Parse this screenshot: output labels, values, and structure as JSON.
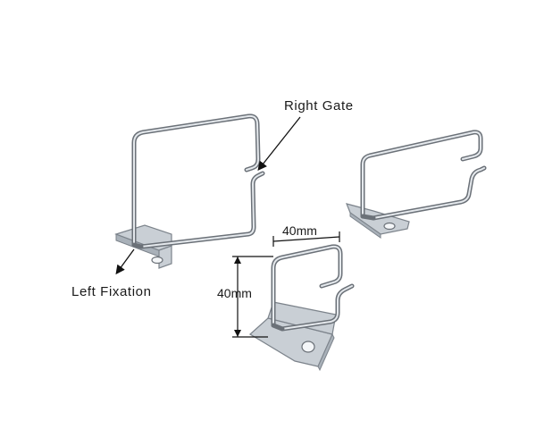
{
  "labels": {
    "right_gate": "Right Gate",
    "left_fixation": "Left Fixation",
    "width_dim": "40mm",
    "height_dim": "40mm"
  },
  "colors": {
    "wire_dark": "#6b7178",
    "wire_highlight": "#e4e8ec",
    "plate": "#c9cfd5",
    "text": "#1a1a1a"
  }
}
